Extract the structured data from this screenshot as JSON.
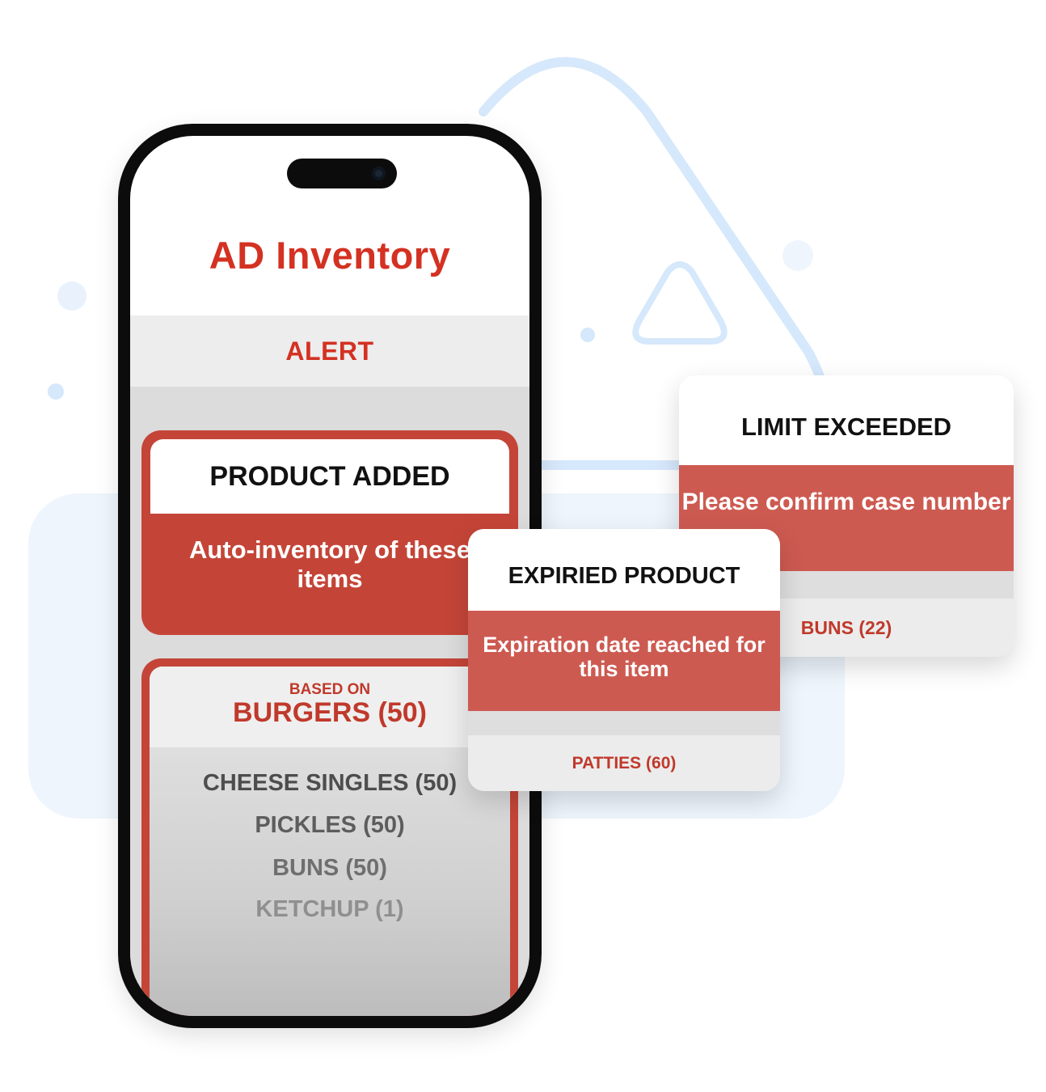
{
  "colors": {
    "brand_red": "#d43122",
    "card_red": "#c44538",
    "alert_red": "#cd5a51",
    "decor_blue": "#d6e8fb"
  },
  "app": {
    "title": "AD Inventory",
    "alert_label": "ALERT"
  },
  "product_added": {
    "heading": "PRODUCT ADDED",
    "message": "Auto-inventory of these items"
  },
  "based": {
    "label": "BASED ON",
    "item": "BURGERS (50)",
    "ingredients": [
      "CHEESE SINGLES (50)",
      "PICKLES (50)",
      "BUNS (50)",
      "KETCHUP (1)"
    ]
  },
  "limit_card": {
    "heading": "LIMIT EXCEEDED",
    "message": "Please confirm case number",
    "item": "BUNS (22)"
  },
  "expired_card": {
    "heading": "EXPIRIED PRODUCT",
    "message": "Expiration date reached for this item",
    "item": "PATTIES (60)"
  },
  "icons": [
    "warning-triangle-icon",
    "small-warning-triangle-icon",
    "camera-icon"
  ]
}
